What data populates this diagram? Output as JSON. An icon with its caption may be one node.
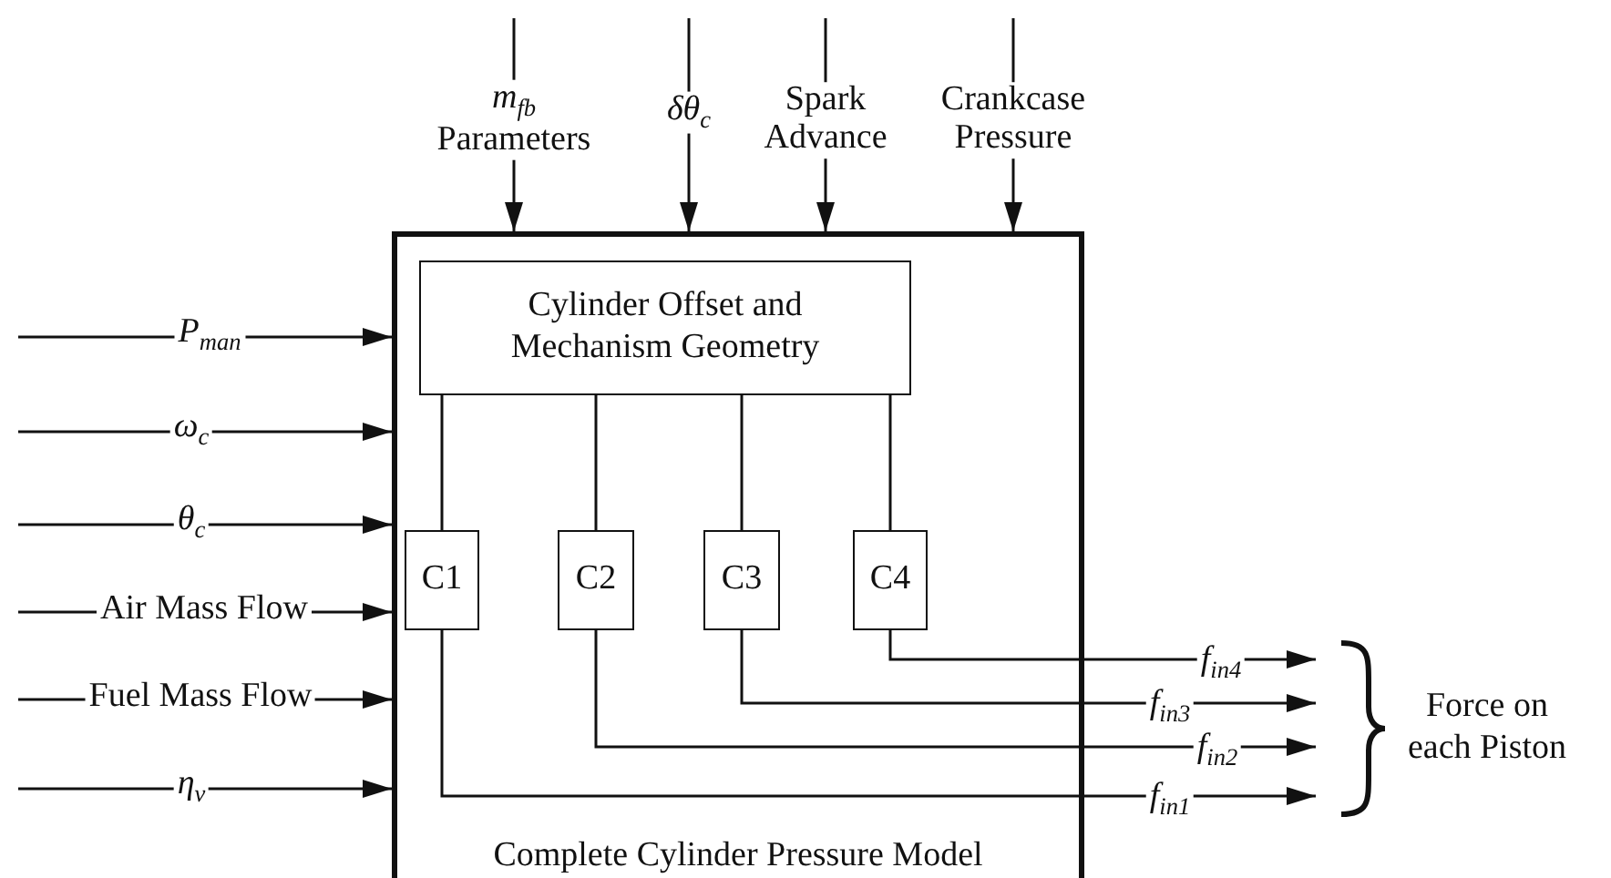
{
  "diagram": {
    "nodes": [
      {
        "text": [
          "Complete Cylinder Pressure Model"
        ]
      },
      {
        "text": [
          "Cylinder Offset and Mechanism Geometry"
        ],
        "in": 0
      },
      {
        "text": [
          "C1"
        ],
        "in": 0
      },
      {
        "text": [
          "C2"
        ],
        "in": 0
      },
      {
        "text": [
          "C3"
        ],
        "in": 0
      },
      {
        "text": [
          "C4"
        ],
        "in": 0
      },
      {
        "text": [
          "Force on each Piston"
        ]
      }
    ],
    "edges": [
      {
        "from": null,
        "to": 0,
        "arrow": "to",
        "label": "*P*$_{man}$"
      },
      {
        "from": null,
        "to": 0,
        "arrow": "to",
        "label": "*ω*$_{c}$"
      },
      {
        "from": null,
        "to": 0,
        "arrow": "to",
        "label": "*θ*$_{c}$"
      },
      {
        "from": null,
        "to": 0,
        "arrow": "to",
        "label": "Air Mass Flow"
      },
      {
        "from": null,
        "to": 0,
        "arrow": "to",
        "label": "Fuel Mass Flow"
      },
      {
        "from": null,
        "to": 0,
        "arrow": "to",
        "label": "*η*$_{v}$"
      },
      {
        "from": null,
        "to": 0,
        "arrow": "to",
        "label": "*m*$_{fb}$ Parameters"
      },
      {
        "from": null,
        "to": 0,
        "arrow": "to",
        "label": "*δθ*$_{c}$"
      },
      {
        "from": null,
        "to": 0,
        "arrow": "to",
        "label": "Spark Advance"
      },
      {
        "from": null,
        "to": 0,
        "arrow": "to",
        "label": "Crankcase Pressure"
      },
      {
        "from": 1,
        "to": 2,
        "arrow": "none"
      },
      {
        "from": 1,
        "to": 3,
        "arrow": "none"
      },
      {
        "from": 1,
        "to": 4,
        "arrow": "none"
      },
      {
        "from": 1,
        "to": 5,
        "arrow": "none"
      },
      {
        "from": 5,
        "to": 6,
        "arrow": "to",
        "label": "*f*$_{in4}$"
      },
      {
        "from": 4,
        "to": 6,
        "arrow": "to",
        "label": "*f*$_{in3}$"
      },
      {
        "from": 3,
        "to": 6,
        "arrow": "to",
        "label": "*f*$_{in2}$"
      },
      {
        "from": 2,
        "to": 6,
        "arrow": "to",
        "label": "*f*$_{in1}$"
      }
    ]
  }
}
